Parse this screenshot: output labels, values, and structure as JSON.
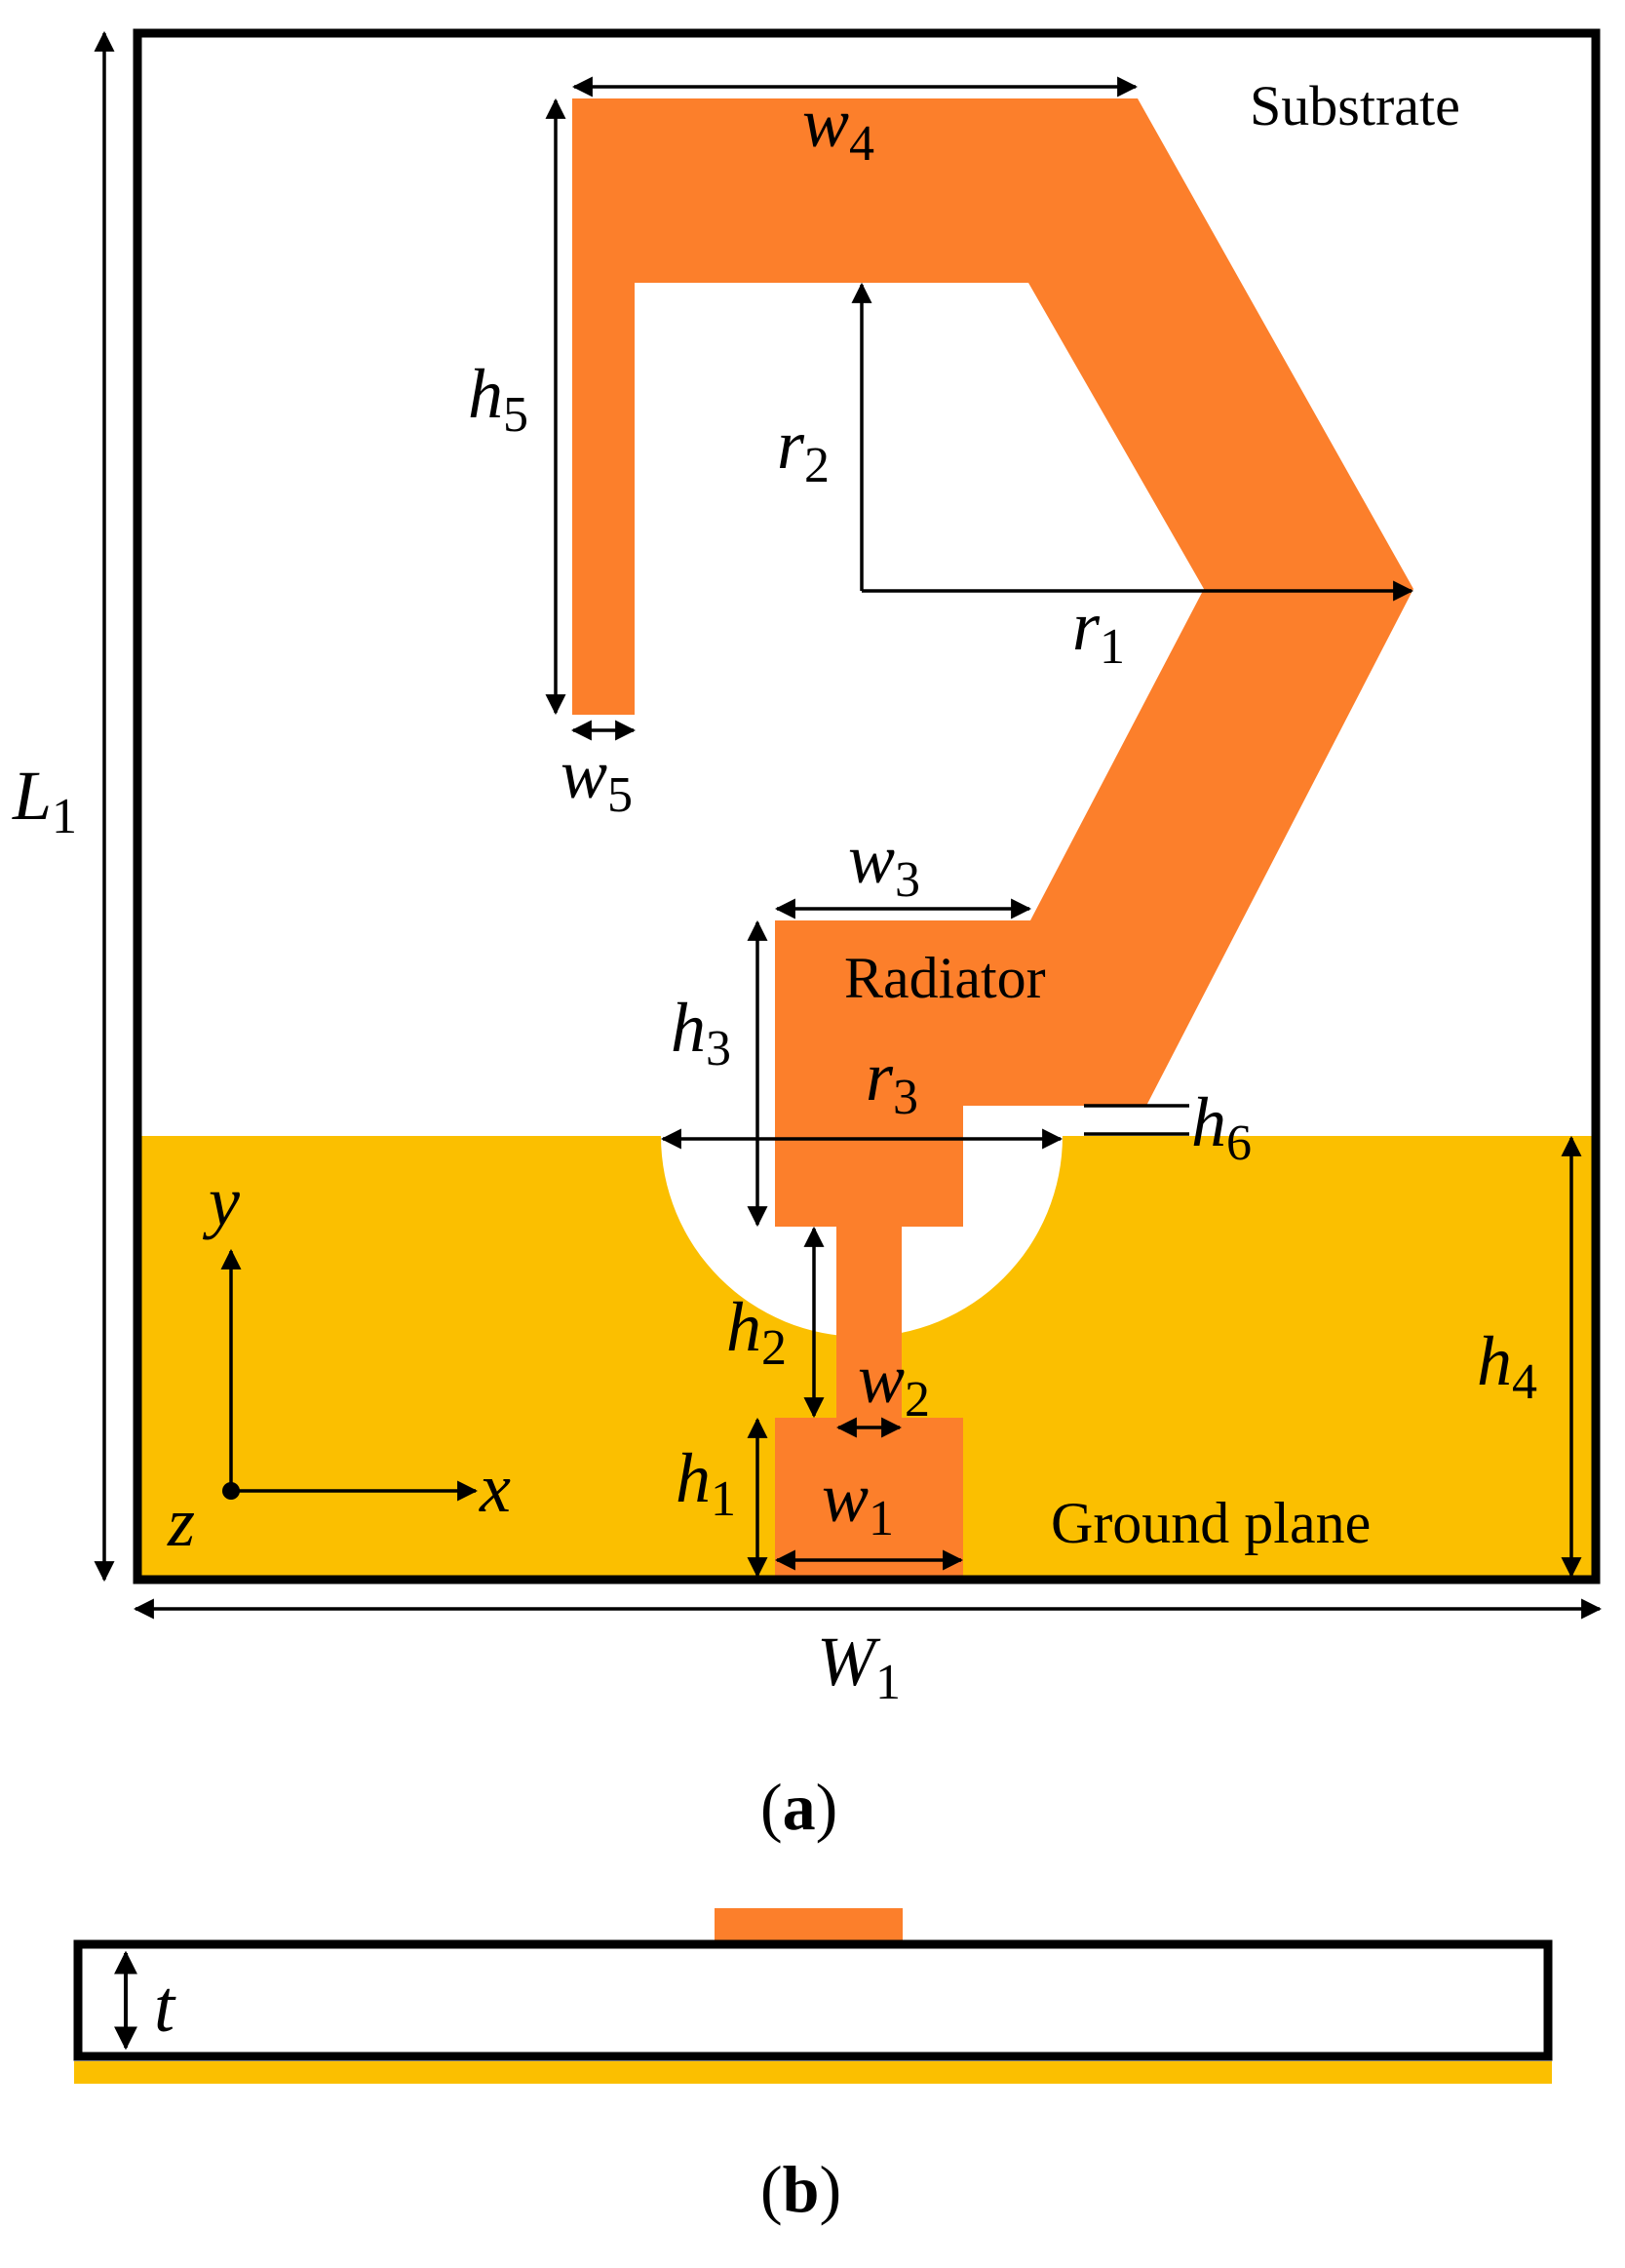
{
  "colors": {
    "radiator": "#FC7F2B",
    "ground": "#FBBF00",
    "substrate": "#FFFFFF",
    "outline": "#000000"
  },
  "labels": {
    "substrate": "Substrate",
    "radiator": "Radiator",
    "ground_plane": "Ground plane"
  },
  "dims": {
    "w4": {
      "sym": "w",
      "sub": "4"
    },
    "w5": {
      "sym": "w",
      "sub": "5"
    },
    "w3": {
      "sym": "w",
      "sub": "3"
    },
    "w2": {
      "sym": "w",
      "sub": "2"
    },
    "w1": {
      "sym": "w",
      "sub": "1"
    },
    "h5": {
      "sym": "h",
      "sub": "5"
    },
    "h3": {
      "sym": "h",
      "sub": "3"
    },
    "h2": {
      "sym": "h",
      "sub": "2"
    },
    "h1": {
      "sym": "h",
      "sub": "1"
    },
    "h4": {
      "sym": "h",
      "sub": "4"
    },
    "h6": {
      "sym": "h",
      "sub": "6"
    },
    "r1": {
      "sym": "r",
      "sub": "1"
    },
    "r2": {
      "sym": "r",
      "sub": "2"
    },
    "r3": {
      "sym": "r",
      "sub": "3"
    },
    "L1": {
      "sym": "L",
      "sub": "1"
    },
    "W1": {
      "sym": "W",
      "sub": "1"
    },
    "t": {
      "sym": "t"
    }
  },
  "axes": {
    "x": "x",
    "y": "y",
    "z": "z"
  },
  "captions": {
    "a": {
      "open": "(",
      "letter": "a",
      "close": ")"
    },
    "b": {
      "open": "(",
      "letter": "b",
      "close": ")"
    }
  }
}
